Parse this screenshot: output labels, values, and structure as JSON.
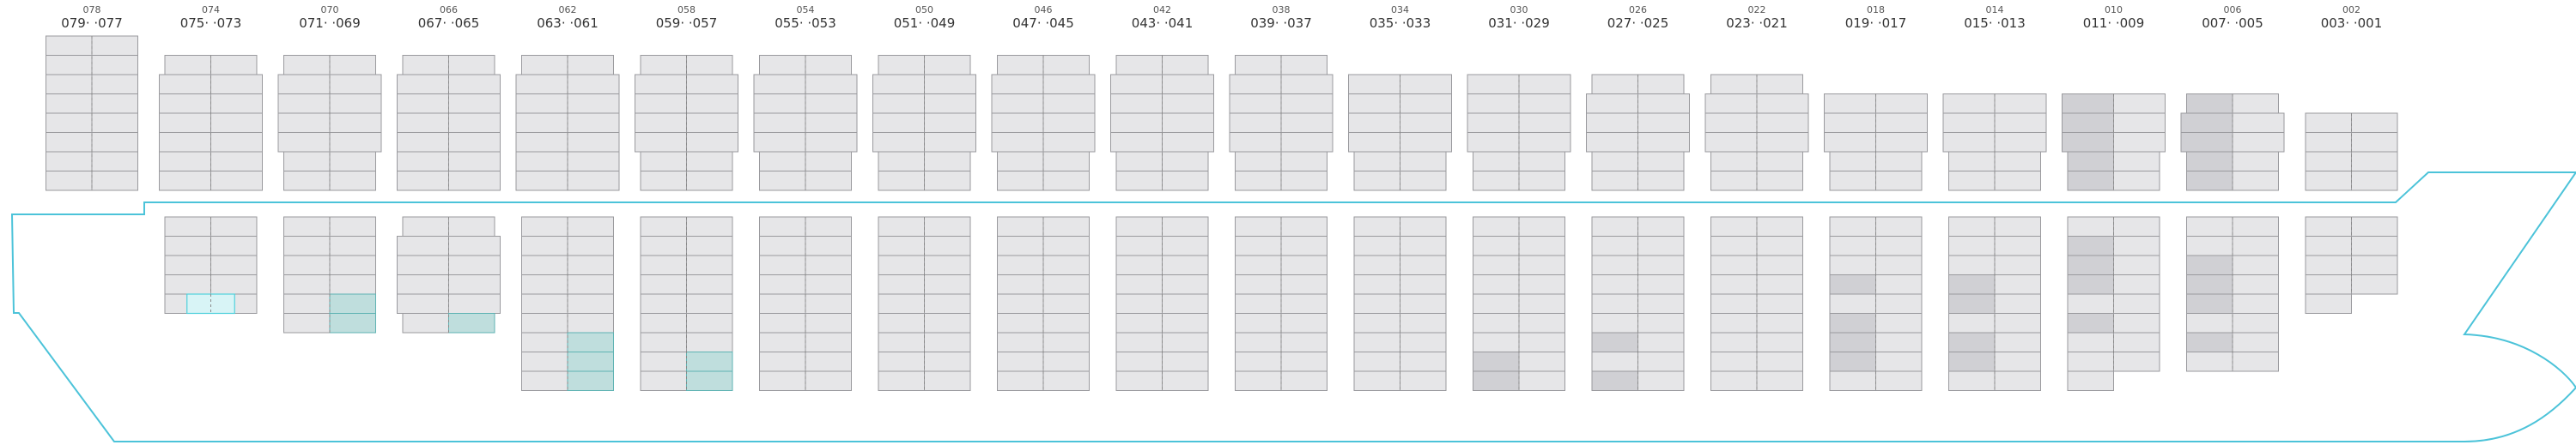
{
  "colors": {
    "hull": "#4cc3d9",
    "cell_empty": "#e6e6e8",
    "cell_border": "#9a9a9e",
    "cell_occupied": "#d0d0d4",
    "cell_highlight": "#bfdedd",
    "cell_highlight_border": "#5fb3b3",
    "cell_new": "#d8f4f6",
    "cell_new_border": "#4fd1dc",
    "centerline": "#8a8a8a"
  },
  "bays": [
    {
      "label": "079·  ·077",
      "top": "078",
      "deck": {
        "rows": 8,
        "wide": false,
        "grey": [],
        "teal": [],
        "cyan": []
      },
      "hold": null
    },
    {
      "label": "075·  ·073",
      "top": "074",
      "deck": {
        "rows": 7,
        "wide": true,
        "top_narrow": true,
        "grey": [],
        "teal": [],
        "cyan": []
      },
      "hold": {
        "rows": 5,
        "wide": false,
        "top_narrow": false,
        "grey": [],
        "teal": [],
        "cyan": [
          4
        ]
      }
    },
    {
      "label": "071·  ·069",
      "top": "070",
      "deck": {
        "rows": 7,
        "wide": true,
        "top_narrow": true,
        "bottom_narrow": 2,
        "grey": [],
        "teal": [],
        "cyan": []
      },
      "hold": {
        "rows": 6,
        "wide": false,
        "top_narrow": false,
        "grey": [],
        "teal": [
          "R4",
          "R5"
        ],
        "cyan": []
      }
    },
    {
      "label": "067·  ·065",
      "top": "066",
      "deck": {
        "rows": 7,
        "wide": true,
        "top_narrow": true,
        "grey": [],
        "teal": [],
        "cyan": []
      },
      "hold": {
        "rows": 6,
        "wide": true,
        "top_narrow": true,
        "bottom_narrow": 1,
        "grey": [],
        "teal": [
          "R5"
        ],
        "cyan": []
      }
    },
    {
      "label": "063·  ·061",
      "top": "062",
      "deck": {
        "rows": 7,
        "wide": true,
        "top_narrow": true,
        "grey": [],
        "teal": [],
        "cyan": []
      },
      "hold": {
        "rows": 9,
        "wide": false,
        "top_narrow": false,
        "grey": [],
        "teal": [
          "R6",
          "R7",
          "R8"
        ],
        "cyan": []
      }
    },
    {
      "label": "059·  ·057",
      "top": "058",
      "deck": {
        "rows": 7,
        "wide": true,
        "top_narrow": true,
        "bottom_narrow": 2,
        "grey": [],
        "teal": [],
        "cyan": []
      },
      "hold": {
        "rows": 9,
        "wide": false,
        "top_narrow": false,
        "grey": [],
        "teal": [
          "R7",
          "R8"
        ],
        "cyan": []
      }
    },
    {
      "label": "055·  ·053",
      "top": "054",
      "deck": {
        "rows": 7,
        "wide": true,
        "top_narrow": true,
        "bottom_narrow": 2,
        "grey": [],
        "teal": [],
        "cyan": []
      },
      "hold": {
        "rows": 9,
        "wide": false,
        "top_narrow": false,
        "grey": [],
        "teal": [],
        "cyan": []
      }
    },
    {
      "label": "051·  ·049",
      "top": "050",
      "deck": {
        "rows": 7,
        "wide": true,
        "top_narrow": true,
        "bottom_narrow": 2,
        "grey": [],
        "teal": [],
        "cyan": []
      },
      "hold": {
        "rows": 9,
        "wide": false,
        "top_narrow": false,
        "grey": [],
        "teal": [],
        "cyan": []
      }
    },
    {
      "label": "047·  ·045",
      "top": "046",
      "deck": {
        "rows": 7,
        "wide": true,
        "top_narrow": true,
        "bottom_narrow": 2,
        "grey": [],
        "teal": [],
        "cyan": []
      },
      "hold": {
        "rows": 9,
        "wide": false,
        "top_narrow": false,
        "grey": [],
        "teal": [],
        "cyan": []
      }
    },
    {
      "label": "043·  ·041",
      "top": "042",
      "deck": {
        "rows": 7,
        "wide": true,
        "top_narrow": true,
        "bottom_narrow": 2,
        "grey": [],
        "teal": [],
        "cyan": []
      },
      "hold": {
        "rows": 9,
        "wide": false,
        "top_narrow": false,
        "grey": [],
        "teal": [],
        "cyan": []
      }
    },
    {
      "label": "039·  ·037",
      "top": "038",
      "deck": {
        "rows": 7,
        "wide": true,
        "top_narrow": true,
        "bottom_narrow": 2,
        "grey": [],
        "teal": [],
        "cyan": []
      },
      "hold": {
        "rows": 9,
        "wide": false,
        "top_narrow": false,
        "grey": [],
        "teal": [],
        "cyan": []
      }
    },
    {
      "label": "035·  ·033",
      "top": "034",
      "deck": {
        "rows": 6,
        "wide": true,
        "top_narrow": false,
        "bottom_narrow": 2,
        "grey": [],
        "teal": [],
        "cyan": []
      },
      "hold": {
        "rows": 9,
        "wide": false,
        "top_narrow": false,
        "grey": [],
        "teal": [],
        "cyan": []
      }
    },
    {
      "label": "031·  ·029",
      "top": "030",
      "deck": {
        "rows": 6,
        "wide": true,
        "top_narrow": false,
        "bottom_narrow": 2,
        "grey": [],
        "teal": [],
        "cyan": []
      },
      "hold": {
        "rows": 9,
        "wide": false,
        "top_narrow": false,
        "grey": [
          "L7",
          "L8"
        ],
        "teal": [],
        "cyan": []
      }
    },
    {
      "label": "027·  ·025",
      "top": "026",
      "deck": {
        "rows": 6,
        "wide": true,
        "top_narrow": true,
        "bottom_narrow": 2,
        "grey": [],
        "teal": [],
        "cyan": []
      },
      "hold": {
        "rows": 9,
        "wide": false,
        "top_narrow": false,
        "grey": [
          "L6",
          "L8"
        ],
        "teal": [],
        "cyan": []
      }
    },
    {
      "label": "023·  ·021",
      "top": "022",
      "deck": {
        "rows": 6,
        "wide": true,
        "top_narrow": true,
        "bottom_narrow": 2,
        "grey": [],
        "teal": [],
        "cyan": []
      },
      "hold": {
        "rows": 9,
        "wide": false,
        "top_narrow": false,
        "grey": [],
        "teal": [],
        "cyan": []
      }
    },
    {
      "label": "019·  ·017",
      "top": "018",
      "deck": {
        "rows": 5,
        "wide": true,
        "top_narrow": false,
        "bottom_narrow": 2,
        "grey": [],
        "teal": [],
        "cyan": []
      },
      "hold": {
        "rows": 9,
        "wide": false,
        "top_narrow": false,
        "grey": [
          "L3",
          "L5",
          "L6",
          "L7"
        ],
        "teal": [],
        "cyan": []
      }
    },
    {
      "label": "015·  ·013",
      "top": "014",
      "deck": {
        "rows": 5,
        "wide": true,
        "top_narrow": false,
        "bottom_narrow": 2,
        "grey": [],
        "teal": [],
        "cyan": []
      },
      "hold": {
        "rows": 9,
        "wide": false,
        "top_narrow": false,
        "grey": [
          "L3",
          "L4",
          "L6",
          "L7"
        ],
        "teal": [],
        "cyan": []
      }
    },
    {
      "label": "011·  ·009",
      "top": "010",
      "deck": {
        "rows": 5,
        "wide": true,
        "top_narrow": false,
        "bottom_narrow": 2,
        "grey": [
          "L0",
          "L1",
          "L2",
          "L3",
          "L4"
        ],
        "teal": [],
        "cyan": []
      },
      "hold": {
        "rows": 9,
        "wide": false,
        "top_narrow": false,
        "partial": 8,
        "grey": [
          "L1",
          "L2",
          "L3",
          "L5"
        ],
        "teal": [],
        "cyan": []
      }
    },
    {
      "label": "007·  ·005",
      "top": "006",
      "deck": {
        "rows": 5,
        "wide": true,
        "top_narrow": true,
        "bottom_narrow": 2,
        "grey": [
          "L0",
          "L1",
          "L2",
          "L3",
          "L4"
        ],
        "teal": [],
        "cyan": []
      },
      "hold": {
        "rows": 8,
        "wide": false,
        "top_narrow": false,
        "grey": [
          "L2",
          "L3",
          "L4",
          "L6"
        ],
        "teal": [],
        "cyan": []
      }
    },
    {
      "label": "003·  ·001",
      "top": "002",
      "deck": {
        "rows": 4,
        "wide": false,
        "top_narrow": false,
        "grey": [],
        "teal": [],
        "cyan": []
      },
      "hold": {
        "rows": 5,
        "wide": false,
        "top_narrow": false,
        "partial": 4,
        "grey": [],
        "teal": [],
        "cyan": []
      }
    }
  ]
}
